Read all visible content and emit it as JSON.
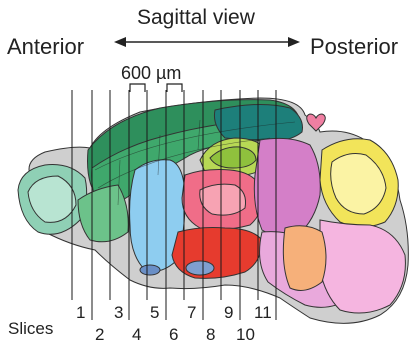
{
  "title": "Sagittal view",
  "anterior": "Anterior",
  "posterior": "Posterior",
  "scale_label": "600 µm",
  "slices_label": "Slices",
  "slice_numbers": [
    "1",
    "2",
    "3",
    "4",
    "5",
    "6",
    "7",
    "8",
    "9",
    "10",
    "11"
  ]
}
